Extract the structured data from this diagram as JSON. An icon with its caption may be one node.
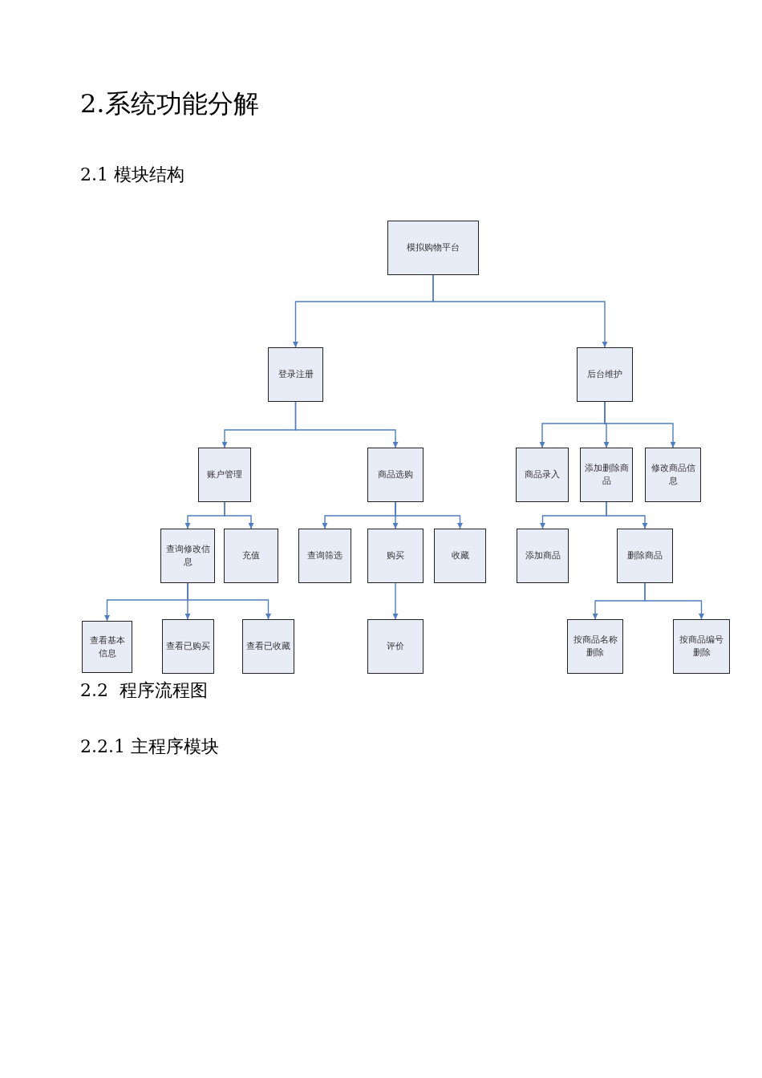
{
  "diagram": {
    "title": "2.系统功能分解",
    "nodes": [
      {
        "text": [
          "模拟购物平台"
        ]
      },
      {
        "text": [
          "登录注册"
        ]
      },
      {
        "text": [
          "后台维护"
        ]
      },
      {
        "text": [
          "账户管理"
        ]
      },
      {
        "text": [
          "商品选购"
        ]
      },
      {
        "text": [
          "商品录入"
        ]
      },
      {
        "text": [
          "添加删除商品"
        ]
      },
      {
        "text": [
          "修改商品信息"
        ]
      },
      {
        "text": [
          "查询修改信息"
        ]
      },
      {
        "text": [
          "充值"
        ]
      },
      {
        "text": [
          "查询筛选"
        ]
      },
      {
        "text": [
          "购买"
        ]
      },
      {
        "text": [
          "收藏"
        ]
      },
      {
        "text": [
          "添加商品"
        ]
      },
      {
        "text": [
          "删除商品"
        ]
      },
      {
        "text": [
          "查看基本信息"
        ]
      },
      {
        "text": [
          "查看已购买"
        ]
      },
      {
        "text": [
          "查看已收藏"
        ]
      },
      {
        "text": [
          "评价"
        ]
      },
      {
        "text": [
          "按商品名称删除"
        ]
      },
      {
        "text": [
          "按商品编号删除"
        ]
      }
    ],
    "edges": [
      {
        "from": 0,
        "to": 1,
        "arrow": "to"
      },
      {
        "from": 0,
        "to": 2,
        "arrow": "to"
      },
      {
        "from": 1,
        "to": 3,
        "arrow": "to"
      },
      {
        "from": 1,
        "to": 4,
        "arrow": "to"
      },
      {
        "from": 2,
        "to": 5,
        "arrow": "to"
      },
      {
        "from": 2,
        "to": 6,
        "arrow": "to"
      },
      {
        "from": 2,
        "to": 7,
        "arrow": "to"
      },
      {
        "from": 3,
        "to": 8,
        "arrow": "to"
      },
      {
        "from": 3,
        "to": 9,
        "arrow": "to"
      },
      {
        "from": 4,
        "to": 10,
        "arrow": "to"
      },
      {
        "from": 4,
        "to": 11,
        "arrow": "to"
      },
      {
        "from": 4,
        "to": 12,
        "arrow": "to"
      },
      {
        "from": 6,
        "to": 13,
        "arrow": "to"
      },
      {
        "from": 6,
        "to": 14,
        "arrow": "to"
      },
      {
        "from": 8,
        "to": 15,
        "arrow": "to"
      },
      {
        "from": 8,
        "to": 16,
        "arrow": "to"
      },
      {
        "from": 8,
        "to": 17,
        "arrow": "to"
      },
      {
        "from": 11,
        "to": 18,
        "arrow": "to"
      },
      {
        "from": 14,
        "to": 19,
        "arrow": "to"
      },
      {
        "from": 14,
        "to": 20,
        "arrow": "to"
      }
    ],
    "labels": [
      "2.1 模块结构",
      "2.2  程序流程图",
      "2.2.1 主程序模块"
    ]
  }
}
